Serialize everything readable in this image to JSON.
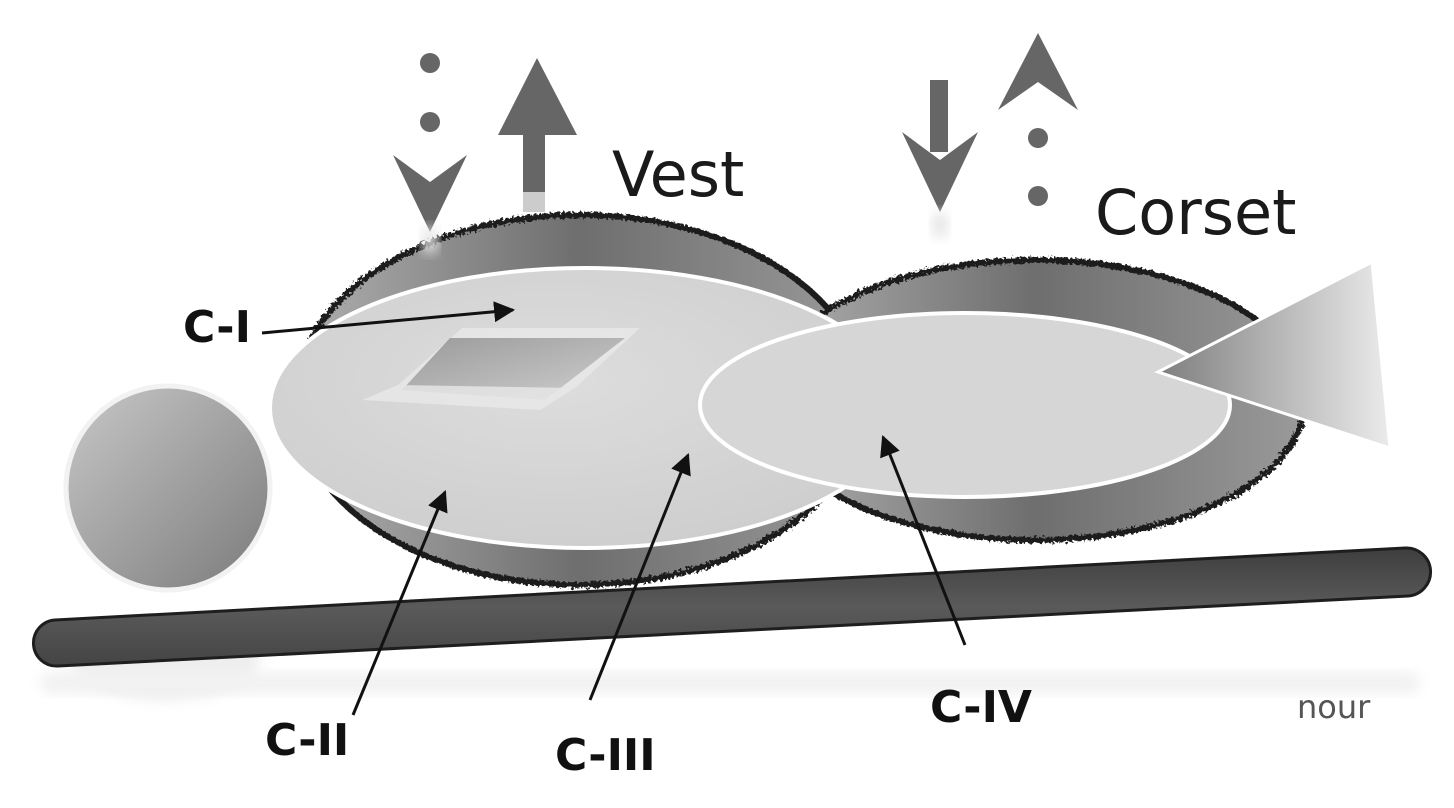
{
  "labels": {
    "vest": "Vest",
    "corset": "Corset",
    "c1": "C-I",
    "c2": "C-II",
    "c3": "C-III",
    "c4": "C-IV",
    "signature": "nour"
  },
  "colors": {
    "background": "#ffffff",
    "ellipse_fill": "#d4d4d4",
    "ellipse_outline": "#ffffff",
    "rough_edge": "#1c1c1c",
    "shadow_dark": "#6f6f6f",
    "bar": "#4e4e4e",
    "arrow": "#666666",
    "text": "#111111"
  }
}
